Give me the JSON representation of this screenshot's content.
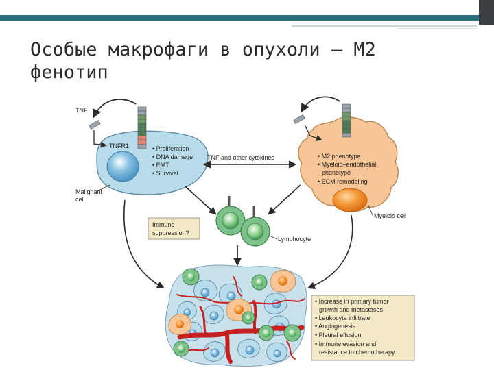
{
  "title": {
    "line1": "Особые макрофаги в опухоли – М2",
    "line2": "фенотип"
  },
  "diagram": {
    "tnf_left": "TNF",
    "tnfr1": "TNFR1",
    "malignant_bullets": [
      "• Proliferation",
      "• DNA damage",
      "• EMT",
      "• Survival"
    ],
    "malignant_label_1": "Malignant",
    "malignant_label_2": "cell",
    "cytokines": "TNF and other cytokines",
    "myeloid_bullets": [
      "• M2 phenotype",
      "• Myeloid–endothelial",
      "phenotype",
      "• ECM remodeling"
    ],
    "myeloid_label": "Myeloid cell",
    "immune_1": "Immune",
    "immune_2": "suppression?",
    "lymphocyte": "Lymphocyte",
    "outcomes": [
      "• Increase in primary tumor",
      "growth and metastases",
      "• Leukocyte infiltrate",
      "• Angiogenesis",
      "• Pleural effusion",
      "• Immune evasion and",
      "resistance to chemotherapy"
    ]
  },
  "colors": {
    "teal_band": "#2b6f7e",
    "malignant_cell": "#b9dcea",
    "myeloid_cell": "#f7c596",
    "lymphocyte": "#7cc28a",
    "vessel": "#c8201f",
    "label_box": "#f3e9c6"
  }
}
